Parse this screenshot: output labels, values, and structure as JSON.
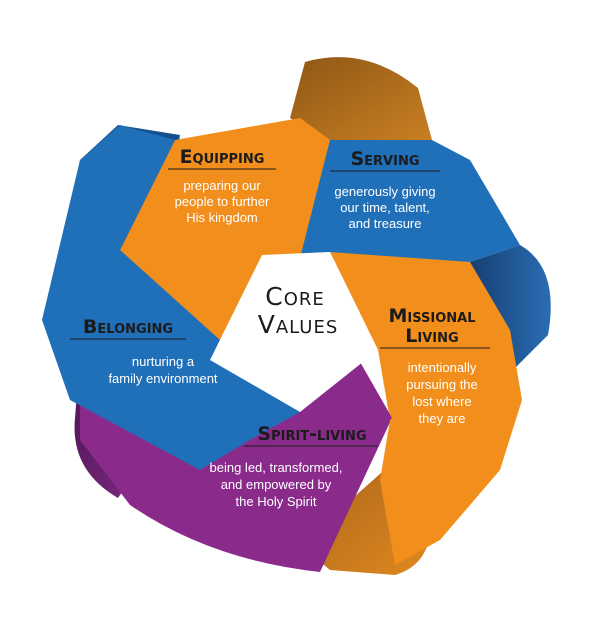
{
  "center": {
    "line1": "Core",
    "line2": "Values"
  },
  "colors": {
    "blue": "#1f6fb9",
    "orange": "#f28f1c",
    "purple": "#8a2b8c",
    "blue_dark": "#174f8c",
    "orange_dark": "#b7701c",
    "purple_dark": "#5e1f63"
  },
  "values": [
    {
      "id": "equipping",
      "title": "Equipping",
      "lines": [
        "preparing our",
        "people to further",
        "His kingdom"
      ]
    },
    {
      "id": "serving",
      "title": "Serving",
      "lines": [
        "generously giving",
        "our time, talent,",
        "and treasure"
      ]
    },
    {
      "id": "missional",
      "title_lines": [
        "Missional",
        "Living"
      ],
      "lines": [
        "intentionally",
        "pursuing the",
        "lost where",
        "they are"
      ]
    },
    {
      "id": "belonging",
      "title": "Belonging",
      "lines": [
        "nurturing a",
        "family environment"
      ]
    },
    {
      "id": "spirit",
      "title": "Spirit-living",
      "lines": [
        "being led, transformed,",
        "and empowered by",
        "the Holy Spirit"
      ]
    }
  ]
}
